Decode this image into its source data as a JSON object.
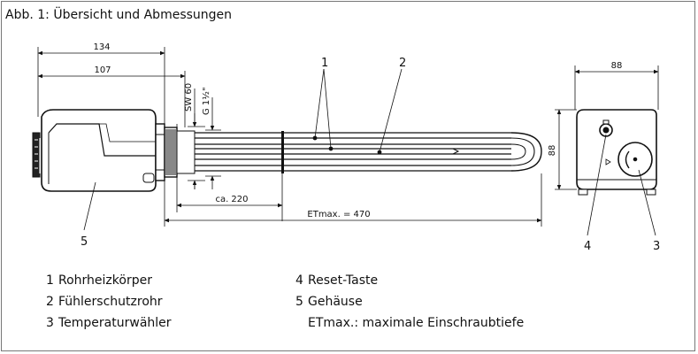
{
  "figure": {
    "title": "Abb. 1: Übersicht und Abmessungen"
  },
  "dimensions": {
    "d134": "134",
    "d107": "107",
    "sw60": "SW 60",
    "g112": "G 1½\"",
    "ca220": "ca. 220",
    "etmax": "ETmax. = 470",
    "d88_top": "88",
    "d88_side": "88"
  },
  "callouts": {
    "c1": "1",
    "c2": "2",
    "c3": "3",
    "c4": "4",
    "c5": "5"
  },
  "legend": {
    "items": [
      {
        "num": "1",
        "text": "Rohrheizkörper"
      },
      {
        "num": "2",
        "text": "Fühlerschutzrohr"
      },
      {
        "num": "3",
        "text": "Temperaturwähler"
      },
      {
        "num": "4",
        "text": "Reset-Taste"
      },
      {
        "num": "5",
        "text": "Gehäuse"
      }
    ],
    "note": "ETmax.: maximale Einschraubtiefe"
  }
}
